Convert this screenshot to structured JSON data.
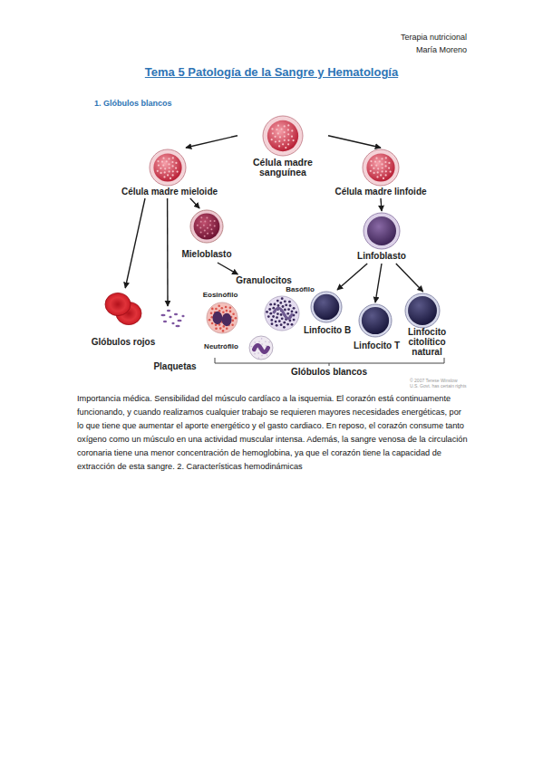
{
  "diagram": {
    "title": "Tema 5 Patología de la Sangre y Hematología",
    "nodes": [
      {
        "text": [
          "Célula madre sanguínea"
        ]
      },
      {
        "text": [
          "Célula madre mieloide"
        ]
      },
      {
        "text": [
          "Célula madre linfoide"
        ]
      },
      {
        "text": [
          "Mieloblasto"
        ]
      },
      {
        "text": [
          "Linfoblasto"
        ]
      },
      {
        "text": [
          "Granulocitos"
        ]
      },
      {
        "text": [
          "Eosinófilo"
        ],
        "in": 5
      },
      {
        "text": [
          "Basófilo"
        ],
        "in": 5
      },
      {
        "text": [
          "Neutrófilo"
        ],
        "in": 5
      },
      {
        "text": [
          "Glóbulos rojos"
        ]
      },
      {
        "text": [
          "Linfocito B"
        ]
      },
      {
        "text": [
          "Linfocito T"
        ]
      },
      {
        "text": [
          "Linfocito citolítico natural"
        ]
      },
      {
        "text": [
          "Plaquetas"
        ]
      }
    ],
    "edges": [
      {
        "from": 0,
        "to": 1,
        "arrow": "to"
      },
      {
        "from": 0,
        "to": 2,
        "arrow": "to"
      },
      {
        "from": 1,
        "to": 9,
        "arrow": "to"
      },
      {
        "from": 1,
        "to": 13,
        "arrow": "to"
      },
      {
        "from": 1,
        "to": 3,
        "arrow": "to"
      },
      {
        "from": 3,
        "to": 5,
        "arrow": "to"
      },
      {
        "from": 2,
        "to": 4,
        "arrow": "to"
      },
      {
        "from": 4,
        "to": 10,
        "arrow": "to"
      },
      {
        "from": 4,
        "to": 11,
        "arrow": "to"
      },
      {
        "from": 4,
        "to": 12,
        "arrow": "to"
      }
    ],
    "labels": [
      "Terapia nutricional",
      "María Moreno",
      "1. Glóbulos blancos",
      "Glóbulos blancos",
      "© 2007 Terese Winslow",
      "U.S. Govt. has certain rights",
      "Importancia médica. Sensibilidad del músculo cardíaco a la isquemia. El corazón está continuamente funcionando, y cuando realizamos cualquier trabajo se requieren mayores necesidades energéticas, por lo que tiene que aumentar el aporte energético y el gasto cardiaco. En reposo, el corazón consume tanto oxígeno como un músculo en una actividad muscular intensa. Además, la sangre venosa de la circulación coronaria tiene una menor concentración de hemoglobina, ya que el corazón tiene la capacidad de extracción de esta sangre. 2. Características hemodinámicas"
    ]
  }
}
